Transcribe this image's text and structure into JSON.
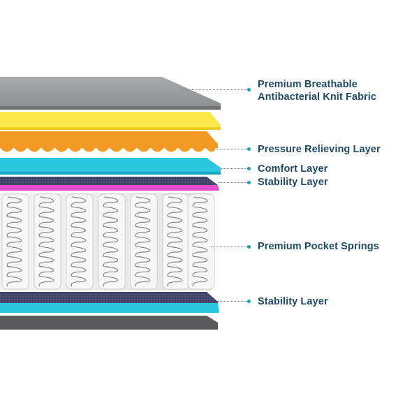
{
  "diagram": {
    "layers": [
      {
        "id": "fabric",
        "name": "Premium Breathable Antibacterial Knit Fabric",
        "color": "#8c8e90"
      },
      {
        "id": "gel",
        "name": "",
        "color": "#fce94a"
      },
      {
        "id": "pressure",
        "name": "Pressure Relieving Layer",
        "color": "#f0961e"
      },
      {
        "id": "comfort",
        "name": "Comfort Layer",
        "color": "#27c6de"
      },
      {
        "id": "stability-top",
        "name": "Stability Layer",
        "color": "#44466a"
      },
      {
        "id": "springs",
        "name": "Premium Pocket Springs",
        "color": "#e9e9ea"
      },
      {
        "id": "stability-bottom",
        "name": "Stability Layer",
        "color": "#44466a"
      },
      {
        "id": "base",
        "name": "",
        "color": "#5a5a5c"
      }
    ],
    "accent_line_color": "#1da1b8",
    "label_color": "#1f4a66",
    "callouts": [
      {
        "lines": [
          "Premium Breathable",
          "Antibacterial Knit Fabric"
        ]
      },
      {
        "lines": [
          "Pressure Relieving Layer"
        ]
      },
      {
        "lines": [
          "Comfort Layer"
        ]
      },
      {
        "lines": [
          "Stability Layer"
        ]
      },
      {
        "lines": [
          "Premium Pocket Springs"
        ]
      },
      {
        "lines": [
          "Stability Layer"
        ]
      }
    ]
  }
}
